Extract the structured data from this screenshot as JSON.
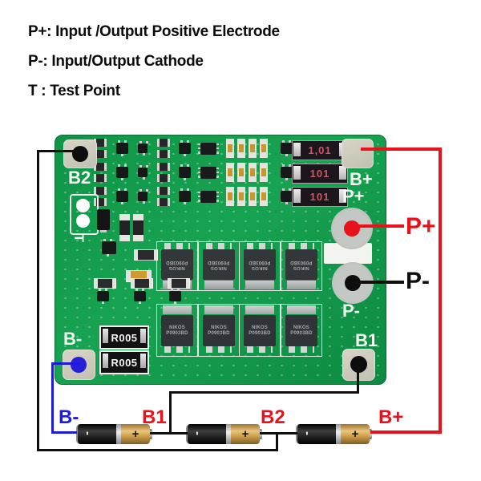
{
  "legend": {
    "line1": "P+: Input /Output Positive Electrode",
    "line2": "P-: Input/Output Cathode",
    "line3": "T : Test Point"
  },
  "board": {
    "silk": {
      "b2": "B2",
      "t": "T",
      "bplus": "B+",
      "pplus": "P+",
      "pminus": "P-",
      "b1": "B1",
      "bminus": "B-"
    },
    "resistors_101": [
      "1,01",
      "101",
      "101"
    ],
    "shunts": [
      "R005",
      "R005"
    ],
    "mosfet": {
      "brand": "NIKOS",
      "part": "P0903BD"
    }
  },
  "callouts": {
    "pplus": "P+",
    "pminus": "P-"
  },
  "batteries": {
    "labels": [
      {
        "text": "B-",
        "color": "#1f1adf"
      },
      {
        "text": "B1",
        "color": "#e8121c"
      },
      {
        "text": "B2",
        "color": "#e8121c"
      },
      {
        "text": "B+",
        "color": "#e8121c"
      }
    ],
    "terminal_minus": "-",
    "terminal_plus": "+"
  },
  "colors": {
    "pcb_green": "#129a4a",
    "wire_red": "#e8121c",
    "wire_blue": "#1f1adf",
    "wire_black": "#0f0f0f",
    "pad_silver": "#cdcabb"
  }
}
